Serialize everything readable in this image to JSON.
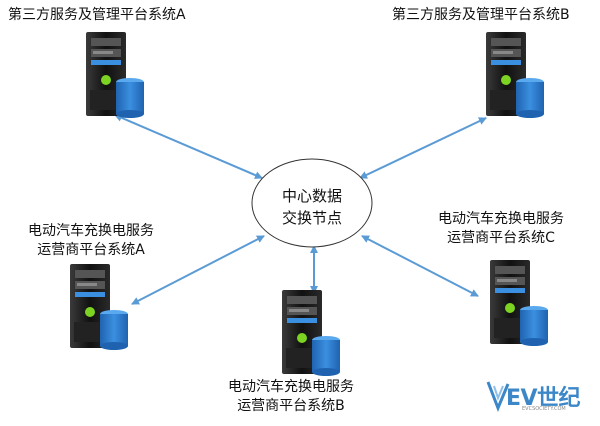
{
  "hub": {
    "line1": "中心数据",
    "line2": "交换节点"
  },
  "nodes": {
    "third_party_a": {
      "line1": "第三方服务及管理平台系统A"
    },
    "third_party_b": {
      "line1": "第三方服务及管理平台系统B"
    },
    "operator_a": {
      "line1": "电动汽车充换电服务",
      "line2": "运营商平台系统A"
    },
    "operator_b": {
      "line1": "电动汽车充换电服务",
      "line2": "运营商平台系统B"
    },
    "operator_c": {
      "line1": "电动汽车充换电服务",
      "line2": "运营商平台系统C"
    }
  },
  "logo": {
    "brand": "EV世纪",
    "sub": "EVCSOCIETY.COM"
  },
  "colors": {
    "arrow": "#5b9bd5",
    "hub_fill": "#ffffff",
    "hub_stroke": "#333333",
    "disk": "#2b7cd3"
  }
}
